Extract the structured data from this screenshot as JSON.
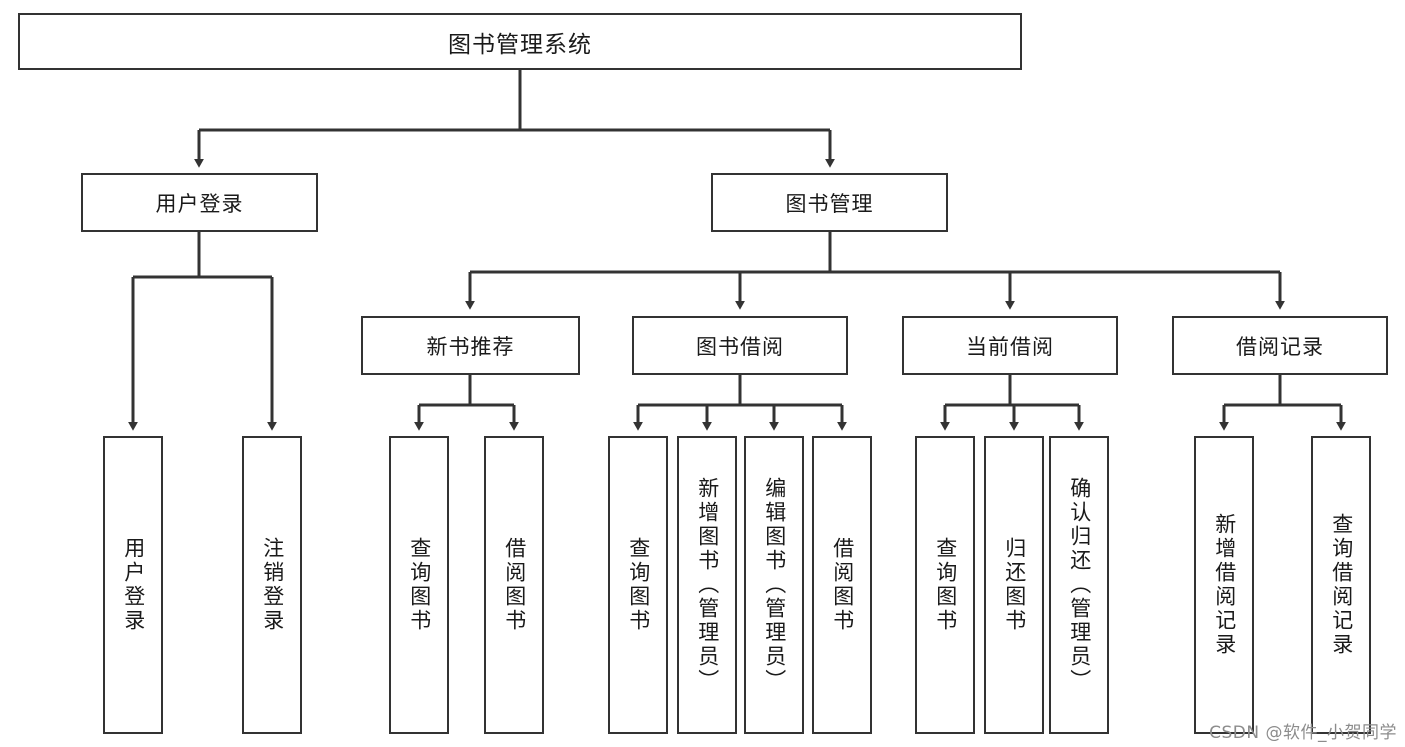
{
  "diagram": {
    "type": "tree",
    "title": "图书管理系统",
    "orientation": "top-down",
    "colors": {
      "box_border": "#333333",
      "box_fill": "#ffffff",
      "connector": "#333333",
      "text": "#1a1a1a",
      "watermark": "#8c8c8c",
      "background": "#ffffff"
    },
    "root": {
      "label": "图书管理系统"
    },
    "level_two": [
      {
        "label": "用户登录"
      },
      {
        "label": "图书管理"
      }
    ],
    "level_three": [
      {
        "label": "新书推荐"
      },
      {
        "label": "图书借阅"
      },
      {
        "label": "当前借阅"
      },
      {
        "label": "借阅记录"
      }
    ],
    "leaves": [
      {
        "label": "用户登录",
        "parent": "用户登录"
      },
      {
        "label": "注销登录",
        "parent": "用户登录"
      },
      {
        "label": "查询图书",
        "parent": "新书推荐"
      },
      {
        "label": "借阅图书",
        "parent": "新书推荐"
      },
      {
        "label": "查询图书",
        "parent": "图书借阅"
      },
      {
        "label": "新增图书（管理员）",
        "parent": "图书借阅"
      },
      {
        "label": "编辑图书（管理员）",
        "parent": "图书借阅"
      },
      {
        "label": "借阅图书",
        "parent": "图书借阅"
      },
      {
        "label": "查询图书",
        "parent": "当前借阅"
      },
      {
        "label": "归还图书",
        "parent": "当前借阅"
      },
      {
        "label": "确认归还（管理员）",
        "parent": "当前借阅"
      },
      {
        "label": "新增借阅记录",
        "parent": "借阅记录"
      },
      {
        "label": "查询借阅记录",
        "parent": "借阅记录"
      }
    ]
  },
  "watermark": {
    "text": "CSDN @软件_小贺同学"
  }
}
